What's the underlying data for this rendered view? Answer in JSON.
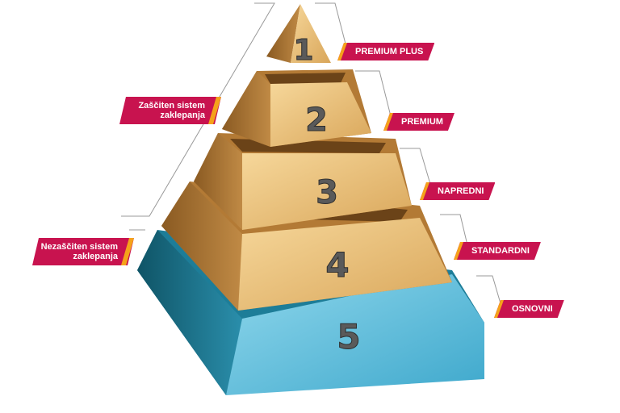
{
  "tiers": [
    {
      "number": "1",
      "label": "PREMIUM PLUS"
    },
    {
      "number": "2",
      "label": "PREMIUM"
    },
    {
      "number": "3",
      "label": "NAPREDNI"
    },
    {
      "number": "4",
      "label": "STANDARDNI"
    },
    {
      "number": "5",
      "label": "OSNOVNI"
    }
  ],
  "groups": {
    "protected": "Zaščiten sistem zaklepanja",
    "unprotected": "Nezaščiten sistem zaklepanja"
  },
  "colors": {
    "label_bg": "#c8134f",
    "accent": "#f5a21a",
    "gold": "#e0b267",
    "blue": "#4cb4d4"
  }
}
